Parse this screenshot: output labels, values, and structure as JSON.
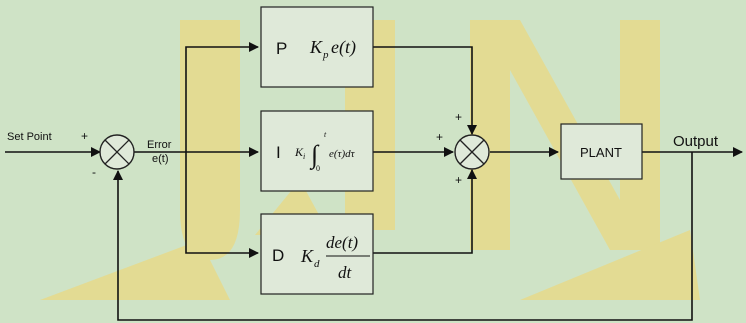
{
  "watermark": {
    "text": "UIN",
    "color": "#f4d66a"
  },
  "colors": {
    "background": "#cfe3c6",
    "block_fill": "#dfe9d9",
    "line": "#111111"
  },
  "labels": {
    "set_point": "Set Point",
    "error_line1": "Error",
    "error_line2": "e(t)",
    "output": "Output",
    "plant": "PLANT",
    "p_block_letter": "P",
    "i_block_letter": "I",
    "d_block_letter": "D",
    "p_term": "K",
    "p_sub": "p",
    "p_expr": "e(t)",
    "i_coef": "K",
    "i_sub": "i",
    "i_integrand": "e(τ)dτ",
    "i_upper": "t",
    "i_lower": "0",
    "d_coef": "K",
    "d_sub": "d",
    "d_num": "de(t)",
    "d_den": "dt",
    "sum1_plus": "+",
    "sum1_minus": "-",
    "sum2_top": "+",
    "sum2_left": "+",
    "sum2_bottom": "+"
  }
}
